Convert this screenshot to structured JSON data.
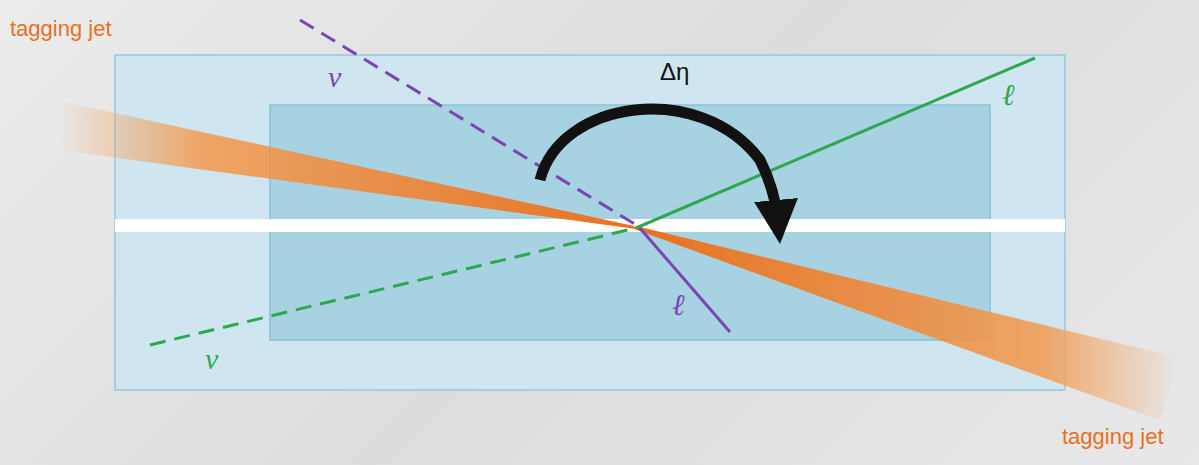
{
  "diagram": {
    "labels": [
      "tagging jet",
      "ν",
      "Δη",
      "ℓ",
      "tagging jet",
      "ν",
      "ℓ"
    ]
  }
}
